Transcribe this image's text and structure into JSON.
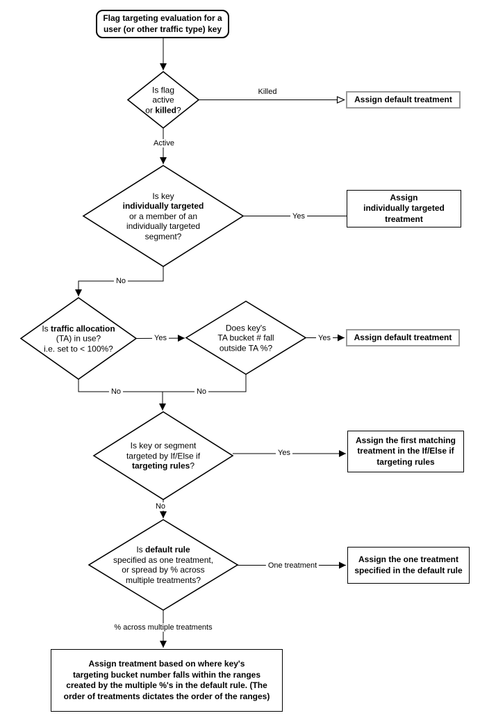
{
  "diagram_title": "Flag targeting evaluation flowchart",
  "colors": {
    "background": "#ffffff",
    "shape_fill": "#ffffff",
    "stroke": "#000000",
    "alt_box_border": "#9a9a9a",
    "text": "#000000"
  },
  "nodes": {
    "start": {
      "type": "rounded-rect",
      "lines": [
        "Flag targeting evaluation for a",
        "user (or other traffic type) key"
      ]
    },
    "d_flag_status": {
      "type": "decision",
      "lines": [
        {
          "pre": "Is flag",
          "bold": "",
          "post": ""
        },
        {
          "pre": "active",
          "bold": "",
          "post": ""
        },
        {
          "pre": "or ",
          "bold": "killed",
          "post": "?"
        }
      ]
    },
    "box_default_killed": {
      "type": "terminal",
      "lines": [
        "Assign default treatment"
      ]
    },
    "d_individual_target": {
      "type": "decision",
      "lines": [
        {
          "pre": "Is key",
          "bold": "",
          "post": ""
        },
        {
          "pre": "",
          "bold": "individually targeted",
          "post": ""
        },
        {
          "pre": "or a member of an",
          "bold": "",
          "post": ""
        },
        {
          "pre": "individually targeted",
          "bold": "",
          "post": ""
        },
        {
          "pre": "segment?",
          "bold": "",
          "post": ""
        }
      ]
    },
    "box_individual": {
      "type": "terminal",
      "lines": [
        "Assign",
        "individually targeted",
        "treatment"
      ]
    },
    "d_traffic_allocation": {
      "type": "decision",
      "lines": [
        {
          "pre": "Is ",
          "bold": "traffic allocation",
          "post": ""
        },
        {
          "pre": "(TA) in use?",
          "bold": "",
          "post": ""
        },
        {
          "pre": "i.e. set to < 100%?",
          "bold": "",
          "post": ""
        }
      ]
    },
    "d_ta_bucket": {
      "type": "decision",
      "lines": [
        {
          "pre": "Does key's",
          "bold": "",
          "post": ""
        },
        {
          "pre": "TA bucket # fall",
          "bold": "",
          "post": ""
        },
        {
          "pre": "outside TA %?",
          "bold": "",
          "post": ""
        }
      ]
    },
    "box_default_ta": {
      "type": "terminal",
      "lines": [
        "Assign default treatment"
      ]
    },
    "d_targeting_rules": {
      "type": "decision",
      "lines": [
        {
          "pre": "Is key or segment",
          "bold": "",
          "post": ""
        },
        {
          "pre": "targeted by If/Else if",
          "bold": "",
          "post": ""
        },
        {
          "pre": "",
          "bold": "targeting rules",
          "post": "?"
        }
      ]
    },
    "box_first_matching": {
      "type": "terminal",
      "lines": [
        "Assign the first matching",
        "treatment in the If/Else if",
        "targeting rules"
      ]
    },
    "d_default_rule": {
      "type": "decision",
      "lines": [
        {
          "pre": "Is ",
          "bold": "default rule",
          "post": ""
        },
        {
          "pre": "specified as one treatment,",
          "bold": "",
          "post": ""
        },
        {
          "pre": "or spread by % across",
          "bold": "",
          "post": ""
        },
        {
          "pre": "multiple treatments?",
          "bold": "",
          "post": ""
        }
      ]
    },
    "box_one_treatment": {
      "type": "terminal",
      "lines": [
        "Assign the one treatment",
        "specified in the default rule"
      ]
    },
    "box_pct_ranges": {
      "type": "terminal",
      "lines": [
        "Assign treatment based on where key's",
        "targeting bucket number falls within the ranges",
        "created by the multiple %'s in the default rule. (The",
        "order of treatments dictates the order of the ranges)"
      ]
    }
  },
  "edges": [
    {
      "from": "start",
      "to": "d_flag_status",
      "label": "",
      "arrow": "filled"
    },
    {
      "from": "d_flag_status",
      "to": "box_default_killed",
      "label": "Killed",
      "arrow": "open"
    },
    {
      "from": "d_flag_status",
      "to": "d_individual_target",
      "label": "Active",
      "arrow": "filled"
    },
    {
      "from": "d_individual_target",
      "to": "box_individual",
      "label": "Yes",
      "arrow": "none"
    },
    {
      "from": "d_individual_target",
      "to": "d_traffic_allocation",
      "label": "No",
      "arrow": "filled"
    },
    {
      "from": "d_traffic_allocation",
      "to": "d_ta_bucket",
      "label": "Yes",
      "arrow": "filled"
    },
    {
      "from": "d_ta_bucket",
      "to": "box_default_ta",
      "label": "Yes",
      "arrow": "filled"
    },
    {
      "from": "d_traffic_allocation",
      "to": "d_targeting_rules",
      "label": "No",
      "arrow": "filled"
    },
    {
      "from": "d_ta_bucket",
      "to": "d_targeting_rules",
      "label": "No",
      "arrow": "filled"
    },
    {
      "from": "d_targeting_rules",
      "to": "box_first_matching",
      "label": "Yes",
      "arrow": "filled"
    },
    {
      "from": "d_targeting_rules",
      "to": "d_default_rule",
      "label": "No",
      "arrow": "filled"
    },
    {
      "from": "d_default_rule",
      "to": "box_one_treatment",
      "label": "One treatment",
      "arrow": "filled"
    },
    {
      "from": "d_default_rule",
      "to": "box_pct_ranges",
      "label": "% across multiple treatments",
      "arrow": "filled"
    }
  ]
}
